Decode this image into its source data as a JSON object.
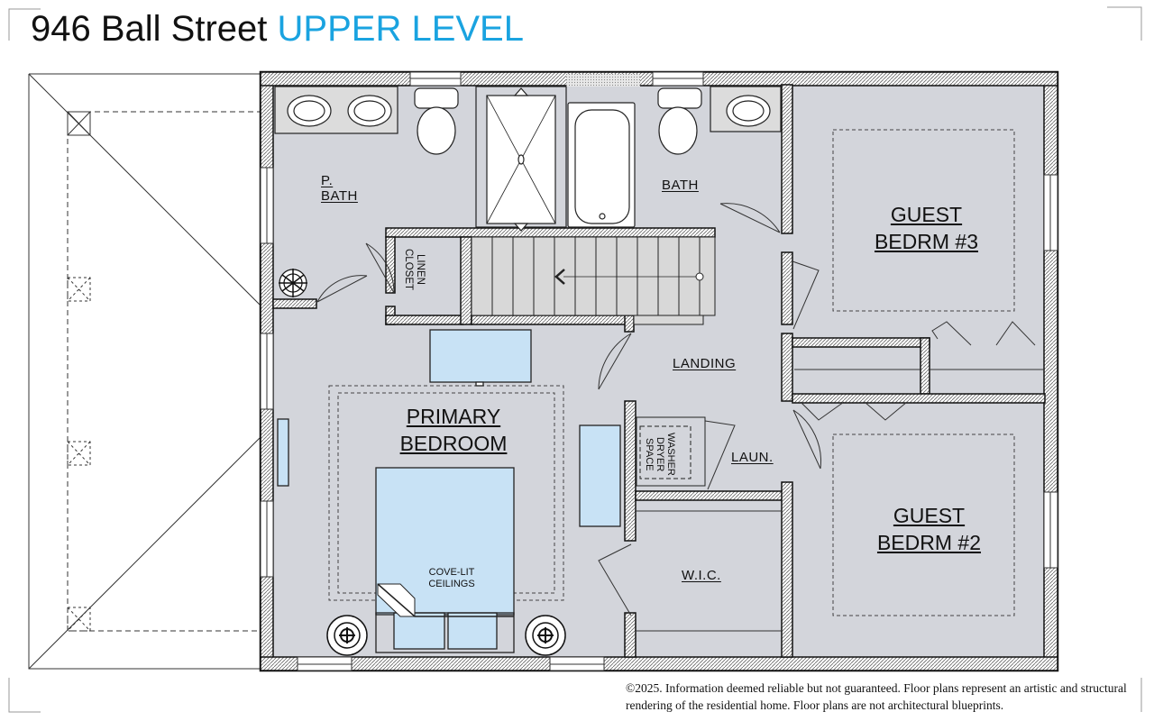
{
  "header": {
    "address": "946 Ball Street",
    "level": "UPPER LEVEL",
    "level_color": "#1aa3e0"
  },
  "rooms": {
    "primary_bath": [
      "P.",
      "BATH"
    ],
    "bath": "BATH",
    "linen_closet": [
      "LINEN",
      "CLOSET"
    ],
    "landing": "LANDING",
    "primary_bedroom": [
      "PRIMARY",
      "BEDROOM"
    ],
    "cove_lit": [
      "COVE-LIT",
      "CEILINGS"
    ],
    "washer_dryer": [
      "WASHER",
      "DRYER",
      "SPACE"
    ],
    "laundry": "LAUN.",
    "walk_in_closet": "W.I.C.",
    "guest_bedroom_3": [
      "GUEST",
      "BEDRM #3"
    ],
    "guest_bedroom_2": [
      "GUEST",
      "BEDRM #2"
    ]
  },
  "colors": {
    "floor": "#d3d5db",
    "wall": "#1a1a1a",
    "furniture": "#c8e2f5"
  },
  "icons": [
    "sink-icon",
    "toilet-icon",
    "shower-icon",
    "bathtub-icon",
    "stairs-icon",
    "ceiling-fan-icon",
    "speaker-icon",
    "roof-outline-icon"
  ],
  "footer": {
    "disclaimer": "©2025. Information deemed reliable but not guaranteed. Floor plans represent an artistic and structural rendering of the residential home. Floor plans are not architectural blueprints."
  }
}
